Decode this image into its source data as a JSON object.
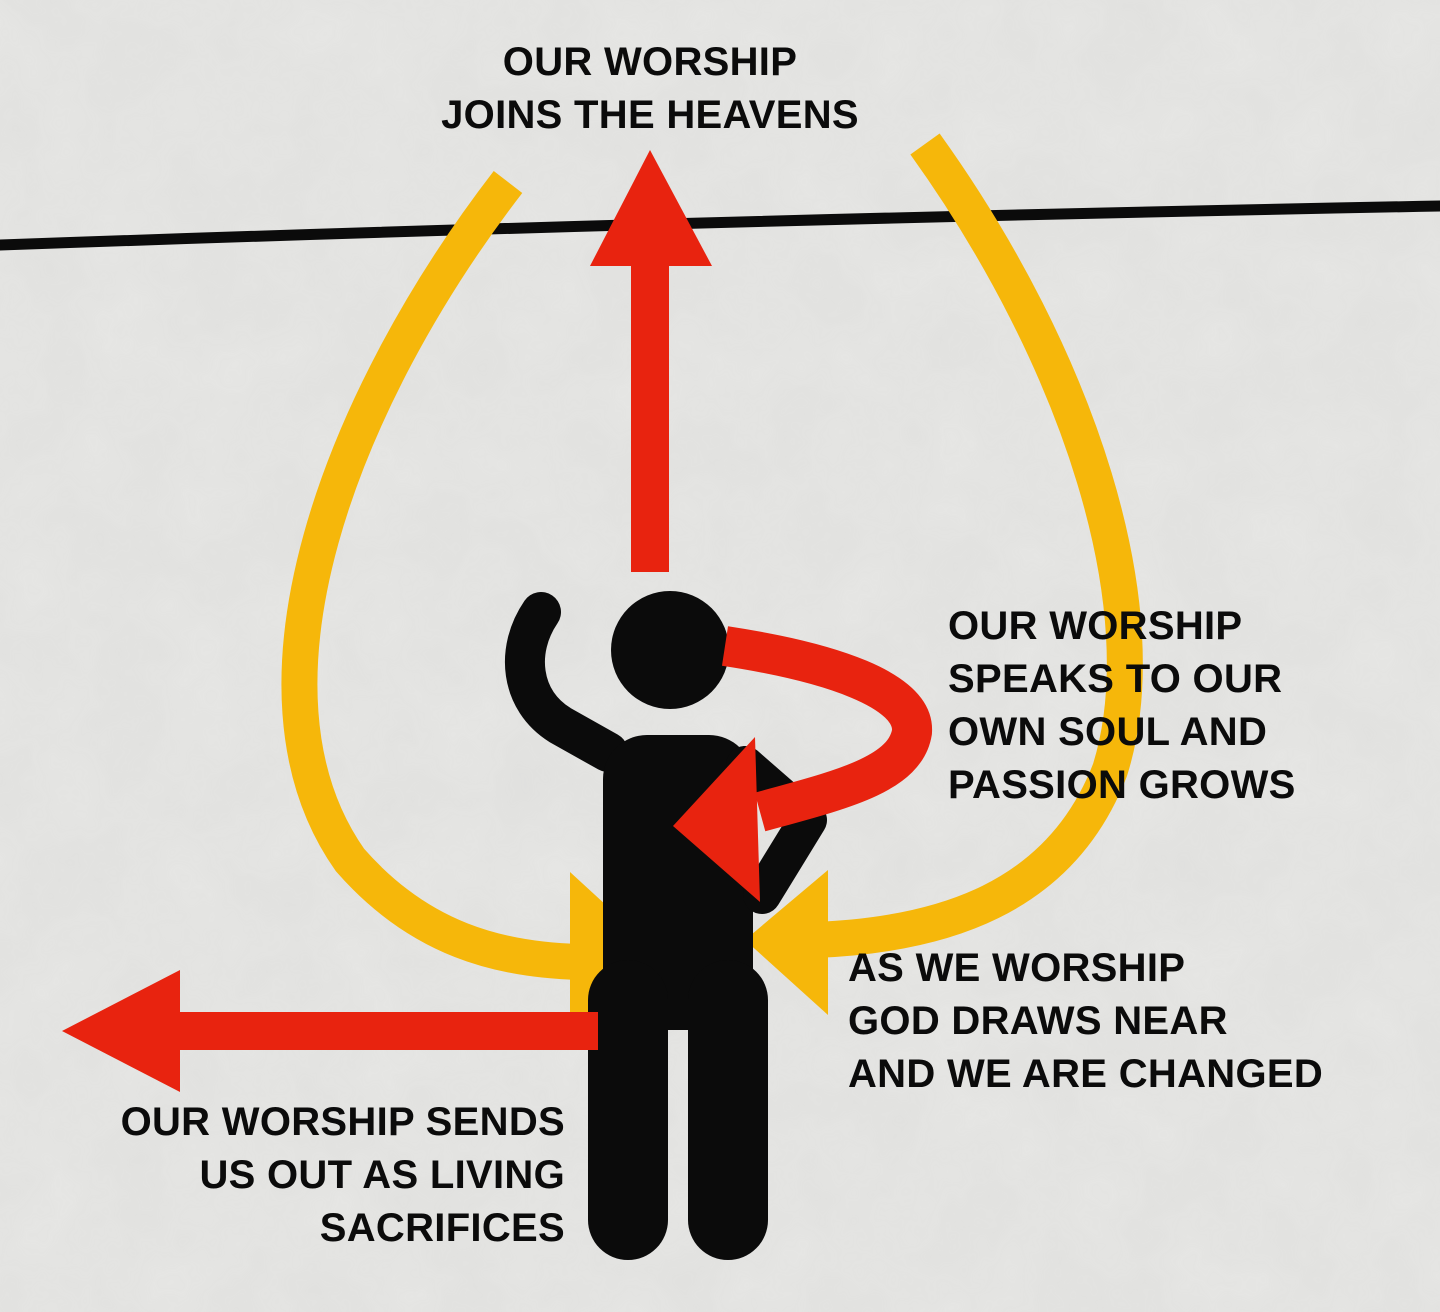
{
  "labels": {
    "top": [
      "OUR WORSHIP",
      "JOINS THE HEAVENS"
    ],
    "right": [
      "OUR WORSHIP",
      "SPEAKS TO OUR",
      "OWN SOUL AND",
      "PASSION GROWS"
    ],
    "near": [
      "AS WE WORSHIP",
      "GOD DRAWS NEAR",
      "AND WE ARE CHANGED"
    ],
    "left": [
      "OUR WORSHIP SENDS",
      "US OUT AS LIVING",
      "SACRIFICES"
    ]
  },
  "colors": {
    "background": "#e6e6e4",
    "red_arrow": "#e8230f",
    "yellow_arrow": "#f6b70a",
    "figure": "#0b0b0b",
    "horizon_line": "#0b0b0b"
  },
  "icons": [
    "person-figure-icon",
    "arrow-up-icon",
    "arrow-left-icon",
    "curved-arrow-icon"
  ]
}
